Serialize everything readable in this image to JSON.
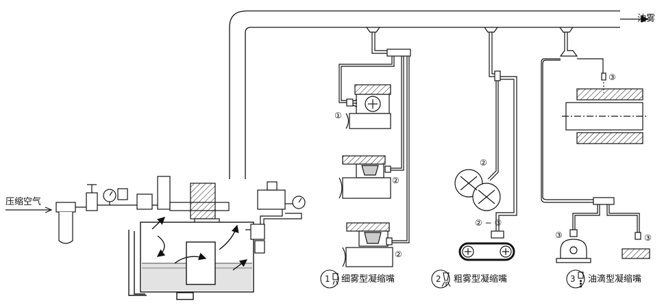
{
  "labels": {
    "compressed_air": "压缩空气",
    "oil_mist": "油雾",
    "fine_mist_nozzle": "细雾型凝缩嘴",
    "coarse_mist_nozzle": "粗雾型凝缩嘴",
    "drip_nozzle": "油滴型凝缩嘴"
  },
  "markers": {
    "m1": "①",
    "m2a": "②",
    "m2b": "②",
    "m2c": "②",
    "m2d": "② − ③",
    "m3a": "③",
    "m3b": "③",
    "m3c": "③"
  },
  "legend_numbers": {
    "n1": "1",
    "n2": "2",
    "n3": "3"
  },
  "colors": {
    "line": "#111111",
    "bg": "#ffffff",
    "oil": "#cfcfcf"
  }
}
